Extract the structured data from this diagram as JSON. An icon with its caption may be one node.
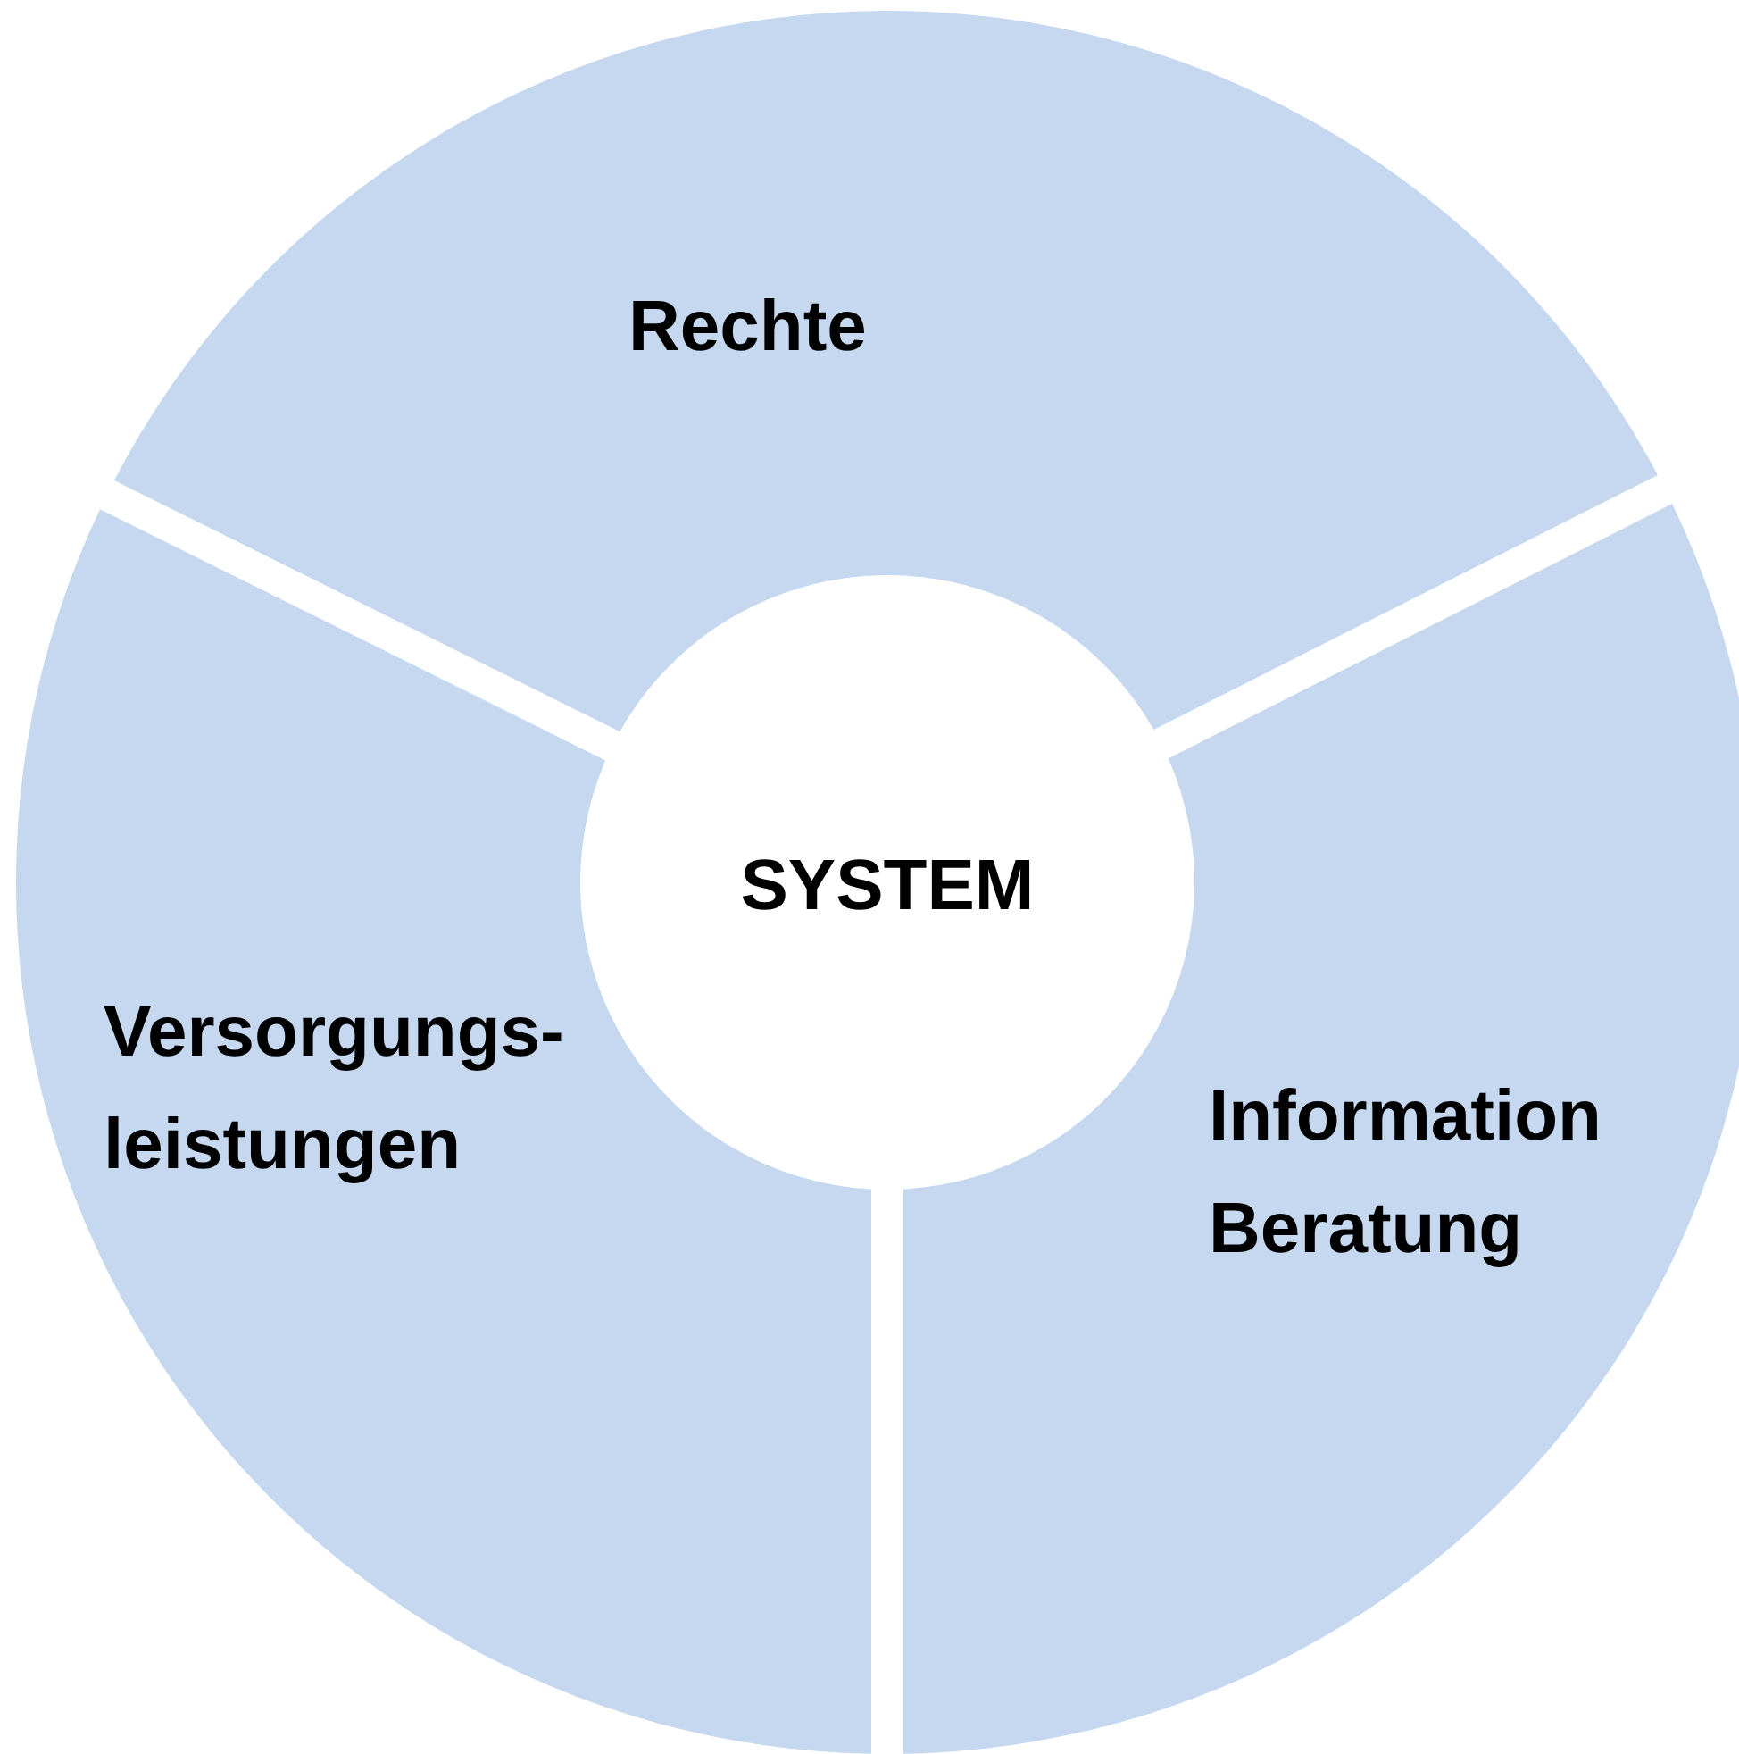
{
  "diagram": {
    "nodes": [
      {
        "text": [
          "Rechte"
        ]
      },
      {
        "text": [
          "SYSTEM"
        ]
      },
      {
        "text": [
          "Versorgungs- leistungen"
        ]
      },
      {
        "text": [
          "Information Beratung"
        ]
      }
    ]
  }
}
